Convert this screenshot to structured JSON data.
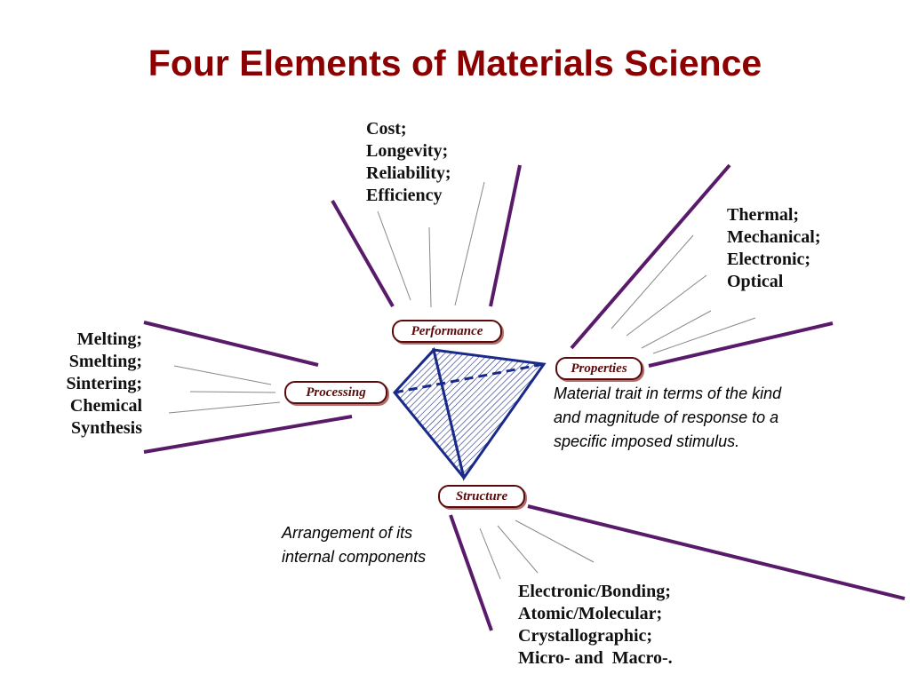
{
  "title": "Four Elements of Materials Science",
  "colors": {
    "title": "#8B0000",
    "pyramid": "#1a2a8a",
    "rays": "#5a1a6a"
  },
  "nodes": {
    "performance": "Performance",
    "processing": "Processing",
    "properties": "Properties",
    "structure": "Structure"
  },
  "performance_items": [
    "Cost;",
    "Longevity;",
    "Reliability;",
    "Efficiency"
  ],
  "properties_items": [
    "Thermal;",
    "Mechanical;",
    "Electronic;",
    "Optical"
  ],
  "processing_items": [
    "Melting;",
    "Smelting;",
    "Sintering;",
    "Chemical",
    "Synthesis"
  ],
  "structure_items": [
    "Electronic/Bonding;",
    "Atomic/Molecular;",
    "Crystallographic;",
    "Micro- and  Macro-."
  ],
  "properties_note": [
    "Material trait in terms of the kind",
    "and magnitude of response to a",
    "specific imposed stimulus."
  ],
  "structure_note": [
    "Arrangement of its",
    "internal components"
  ]
}
